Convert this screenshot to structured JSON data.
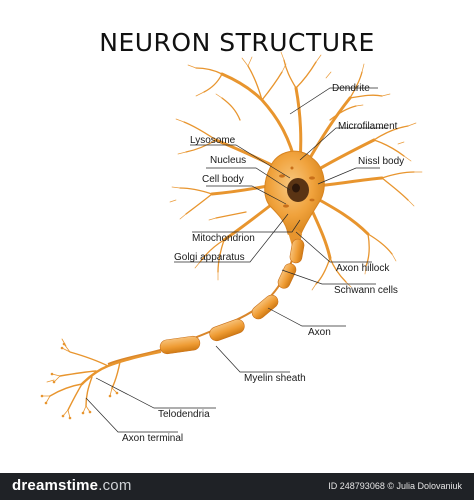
{
  "title": "NEURON STRUCTURE",
  "labels": {
    "dendrite": "Dendrite",
    "microfilament": "Microfilament",
    "lysosome": "Lysosome",
    "nucleus": "Nucleus",
    "nissl_body": "Nissl body",
    "cell_body": "Cell body",
    "mitochondrion": "Mitochondrion",
    "golgi": "Golgi apparatus",
    "axon_hillock": "Axon hillock",
    "schwann_cells": "Schwann cells",
    "axon": "Axon",
    "myelin_sheath": "Myelin sheath",
    "telodendria": "Telodendria",
    "axon_terminal": "Axon terminal"
  },
  "footer": {
    "brand_main": "dreamstime",
    "brand_dim": ".com",
    "meta": "ID 248793068 © Julia Dolovaniuk"
  },
  "colors": {
    "neuron_fill": "#f0a23c",
    "neuron_dark": "#d37f18",
    "neuron_light": "#f7c178",
    "nucleus": "#4a2a10",
    "leader_line": "#2a2a2a",
    "footer_bg": "#1f2226"
  }
}
